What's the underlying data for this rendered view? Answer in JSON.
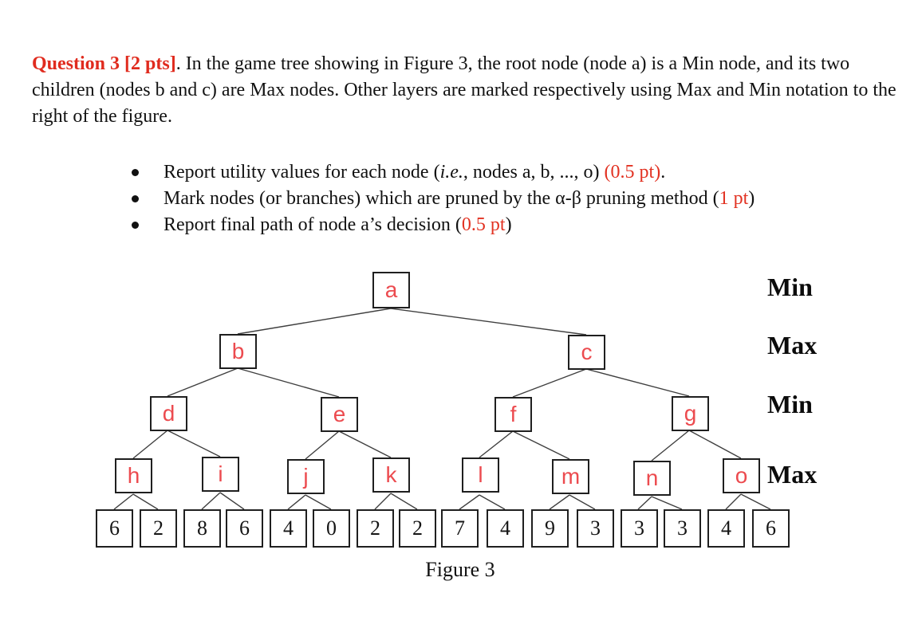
{
  "colors": {
    "heading_red": "#e02b1e",
    "inline_red": "#e23222",
    "node_label_red": "#ec4b4f",
    "page_background": "#ffffff"
  },
  "question": {
    "heading": "Question 3 [2 pts]",
    "body": ". In the game tree showing in Figure 3, the root node (node a) is a Min node, and its two children (nodes b and c) are Max nodes. Other layers are marked respectively using Max and Min notation to the right of the figure."
  },
  "bullets": [
    {
      "pre": "Report utility values for each node (",
      "italic": "i.e.",
      "mid": ", nodes a, b, ..., o) ",
      "red": "(0.5 pt)",
      "post": "."
    },
    {
      "pre": "Mark nodes (or branches) which are pruned by the α-β pruning method (",
      "red": "1 pt",
      "post": ")"
    },
    {
      "pre": "Report final path of node a’s decision (",
      "red": "0.5 pt",
      "post": ")"
    }
  ],
  "figure": {
    "caption": "Figure 3"
  },
  "tree": {
    "level_labels": [
      "Min",
      "Max",
      "Min",
      "Max"
    ],
    "nodes": {
      "a": "a",
      "b": "b",
      "c": "c",
      "d": "d",
      "e": "e",
      "f": "f",
      "g": "g",
      "h": "h",
      "i": "i",
      "j": "j",
      "k": "k",
      "l": "l",
      "m": "m",
      "n": "n",
      "o": "o"
    },
    "leaves": [
      6,
      2,
      8,
      6,
      4,
      0,
      2,
      2,
      7,
      4,
      9,
      3,
      3,
      3,
      4,
      6
    ]
  }
}
